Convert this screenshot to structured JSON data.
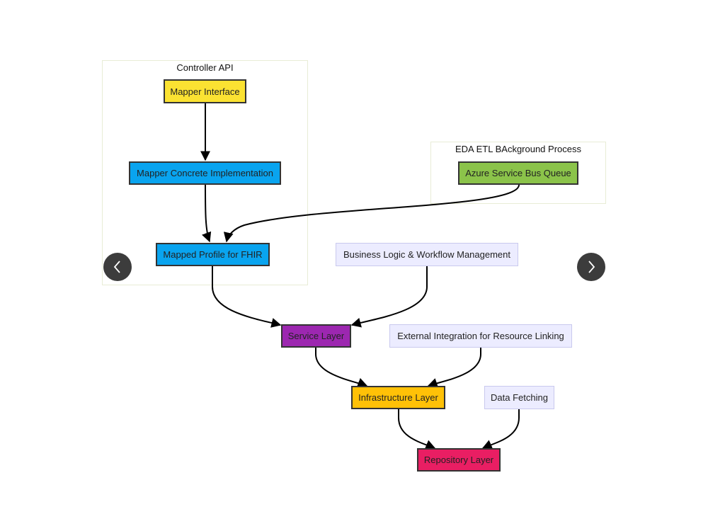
{
  "clusters": {
    "controller_api": {
      "title": "Controller API"
    },
    "eda_etl": {
      "title": "EDA ETL BAckground Process"
    }
  },
  "nodes": {
    "mapper_interface": {
      "label": "Mapper Interface",
      "color": "#fbe232"
    },
    "mapper_concrete": {
      "label": "Mapper Concrete Implementation",
      "color": "#09a4ef"
    },
    "mapped_profile": {
      "label": "Mapped Profile for FHIR",
      "color": "#09a4ef"
    },
    "azure_queue": {
      "label": "Azure Service Bus Queue",
      "color": "#8bc34a"
    },
    "business_logic": {
      "label": "Business Logic & Workflow Management",
      "color": "#ececff"
    },
    "service_layer": {
      "label": "Service Layer",
      "color": "#9c27b0"
    },
    "external_integration": {
      "label": "External Integration for Resource Linking",
      "color": "#ececff"
    },
    "infrastructure_layer": {
      "label": "Infrastructure Layer",
      "color": "#ffc107"
    },
    "data_fetching": {
      "label": "Data Fetching",
      "color": "#ececff"
    },
    "repository_layer": {
      "label": "Repository Layer",
      "color": "#e91e63"
    }
  },
  "navigation": {
    "prev_icon": "chevron-left-icon",
    "next_icon": "chevron-right-icon"
  }
}
